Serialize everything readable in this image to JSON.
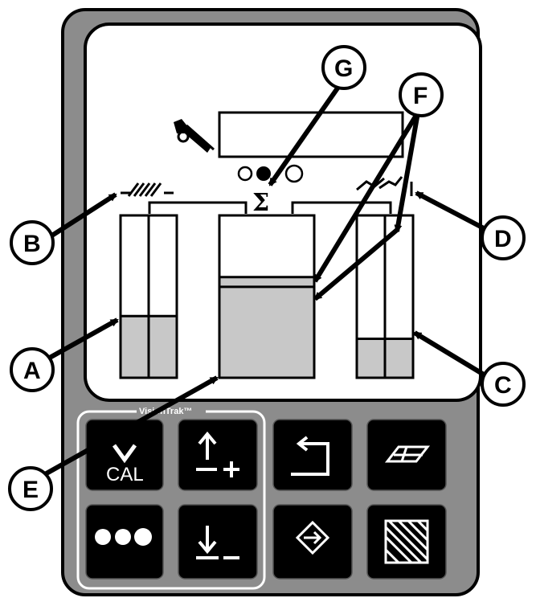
{
  "panel": {
    "sigma_symbol": "Σ",
    "brand_label": "VisionTrak™",
    "colors": {
      "bezel": "#8c8c8c",
      "screen": "#ffffff",
      "bar_fill": "#c8c8c8",
      "key_face": "#000000",
      "key_text": "#ffffff",
      "ink": "#000000"
    }
  },
  "gauges": [
    {
      "id": "left",
      "level": 0.38
    },
    {
      "id": "center",
      "level": 0.56,
      "peak_level": 0.62
    },
    {
      "id": "right",
      "level": 0.24
    }
  ],
  "keys": [
    {
      "id": "cal",
      "label": "CAL",
      "icon": "check-arrow-icon"
    },
    {
      "id": "up-adjust",
      "label": "",
      "icon": "arrow-up-plus-icon"
    },
    {
      "id": "return",
      "label": "",
      "icon": "return-arrow-icon"
    },
    {
      "id": "area",
      "label": "",
      "icon": "field-area-icon"
    },
    {
      "id": "menu",
      "label": "",
      "icon": "three-dots-icon"
    },
    {
      "id": "down-adjust",
      "label": "",
      "icon": "arrow-down-minus-icon"
    },
    {
      "id": "enter",
      "label": "",
      "icon": "enter-diamond-icon"
    },
    {
      "id": "hatch",
      "label": "",
      "icon": "hatched-square-icon"
    }
  ],
  "callouts": {
    "A": "A",
    "B": "B",
    "C": "C",
    "D": "D",
    "E": "E",
    "F": "F",
    "G": "G"
  }
}
